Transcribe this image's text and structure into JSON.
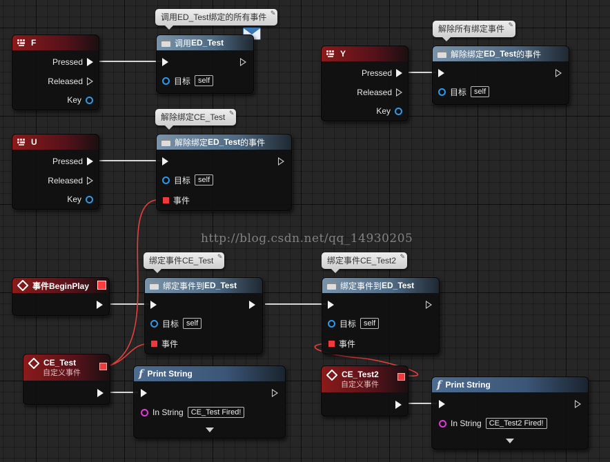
{
  "comments": {
    "call_ed": "调用ED_Test绑定的所有事件",
    "unbind_all": "解除所有绑定事件",
    "unbind_ce": "解除绑定CE_Test",
    "bind_ce": "绑定事件CE_Test",
    "bind_ce2": "绑定事件CE_Test2"
  },
  "key_f": {
    "title": "F",
    "pressed": "Pressed",
    "released": "Released",
    "key": "Key"
  },
  "key_u": {
    "title": "U",
    "pressed": "Pressed",
    "released": "Released",
    "key": "Key"
  },
  "key_y": {
    "title": "Y",
    "pressed": "Pressed",
    "released": "Released",
    "key": "Key"
  },
  "call_ed": {
    "prefix": "调用",
    "name": "ED_Test",
    "target": "目标",
    "self": "self"
  },
  "unbind_ed": {
    "prefix": "解除绑定",
    "name": "ED_Test",
    "suffix": "的事件",
    "target": "目标",
    "self": "self",
    "event": "事件"
  },
  "unbind_all": {
    "prefix": "解除绑定 ",
    "name": "ED_Test",
    "suffix": "的事件",
    "target": "目标",
    "self": "self"
  },
  "begin_play": {
    "title": "事件BeginPlay"
  },
  "bind1": {
    "prefix": "绑定事件到",
    "name": "ED_Test",
    "target": "目标",
    "self": "self",
    "event": "事件"
  },
  "bind2": {
    "prefix": "绑定事件到",
    "name": "ED_Test",
    "target": "目标",
    "self": "self",
    "event": "事件"
  },
  "ce_test": {
    "title": "CE_Test",
    "subtitle": "自定义事件"
  },
  "ce_test2": {
    "title": "CE_Test2",
    "subtitle": "自定义事件"
  },
  "print1": {
    "title": "Print String",
    "in_label": "In String",
    "in_value": "CE_Test Fired!"
  },
  "print2": {
    "title": "Print String",
    "in_label": "In String",
    "in_value": "CE_Test2 Fired!"
  },
  "watermark": "http://blog.csdn.net/qq_14930205",
  "colors": {
    "exec_wire": "#d8d8d8",
    "delegate_wire": "#e8403a",
    "header_red": "#8a1a1a",
    "header_function": "#7893aa"
  }
}
